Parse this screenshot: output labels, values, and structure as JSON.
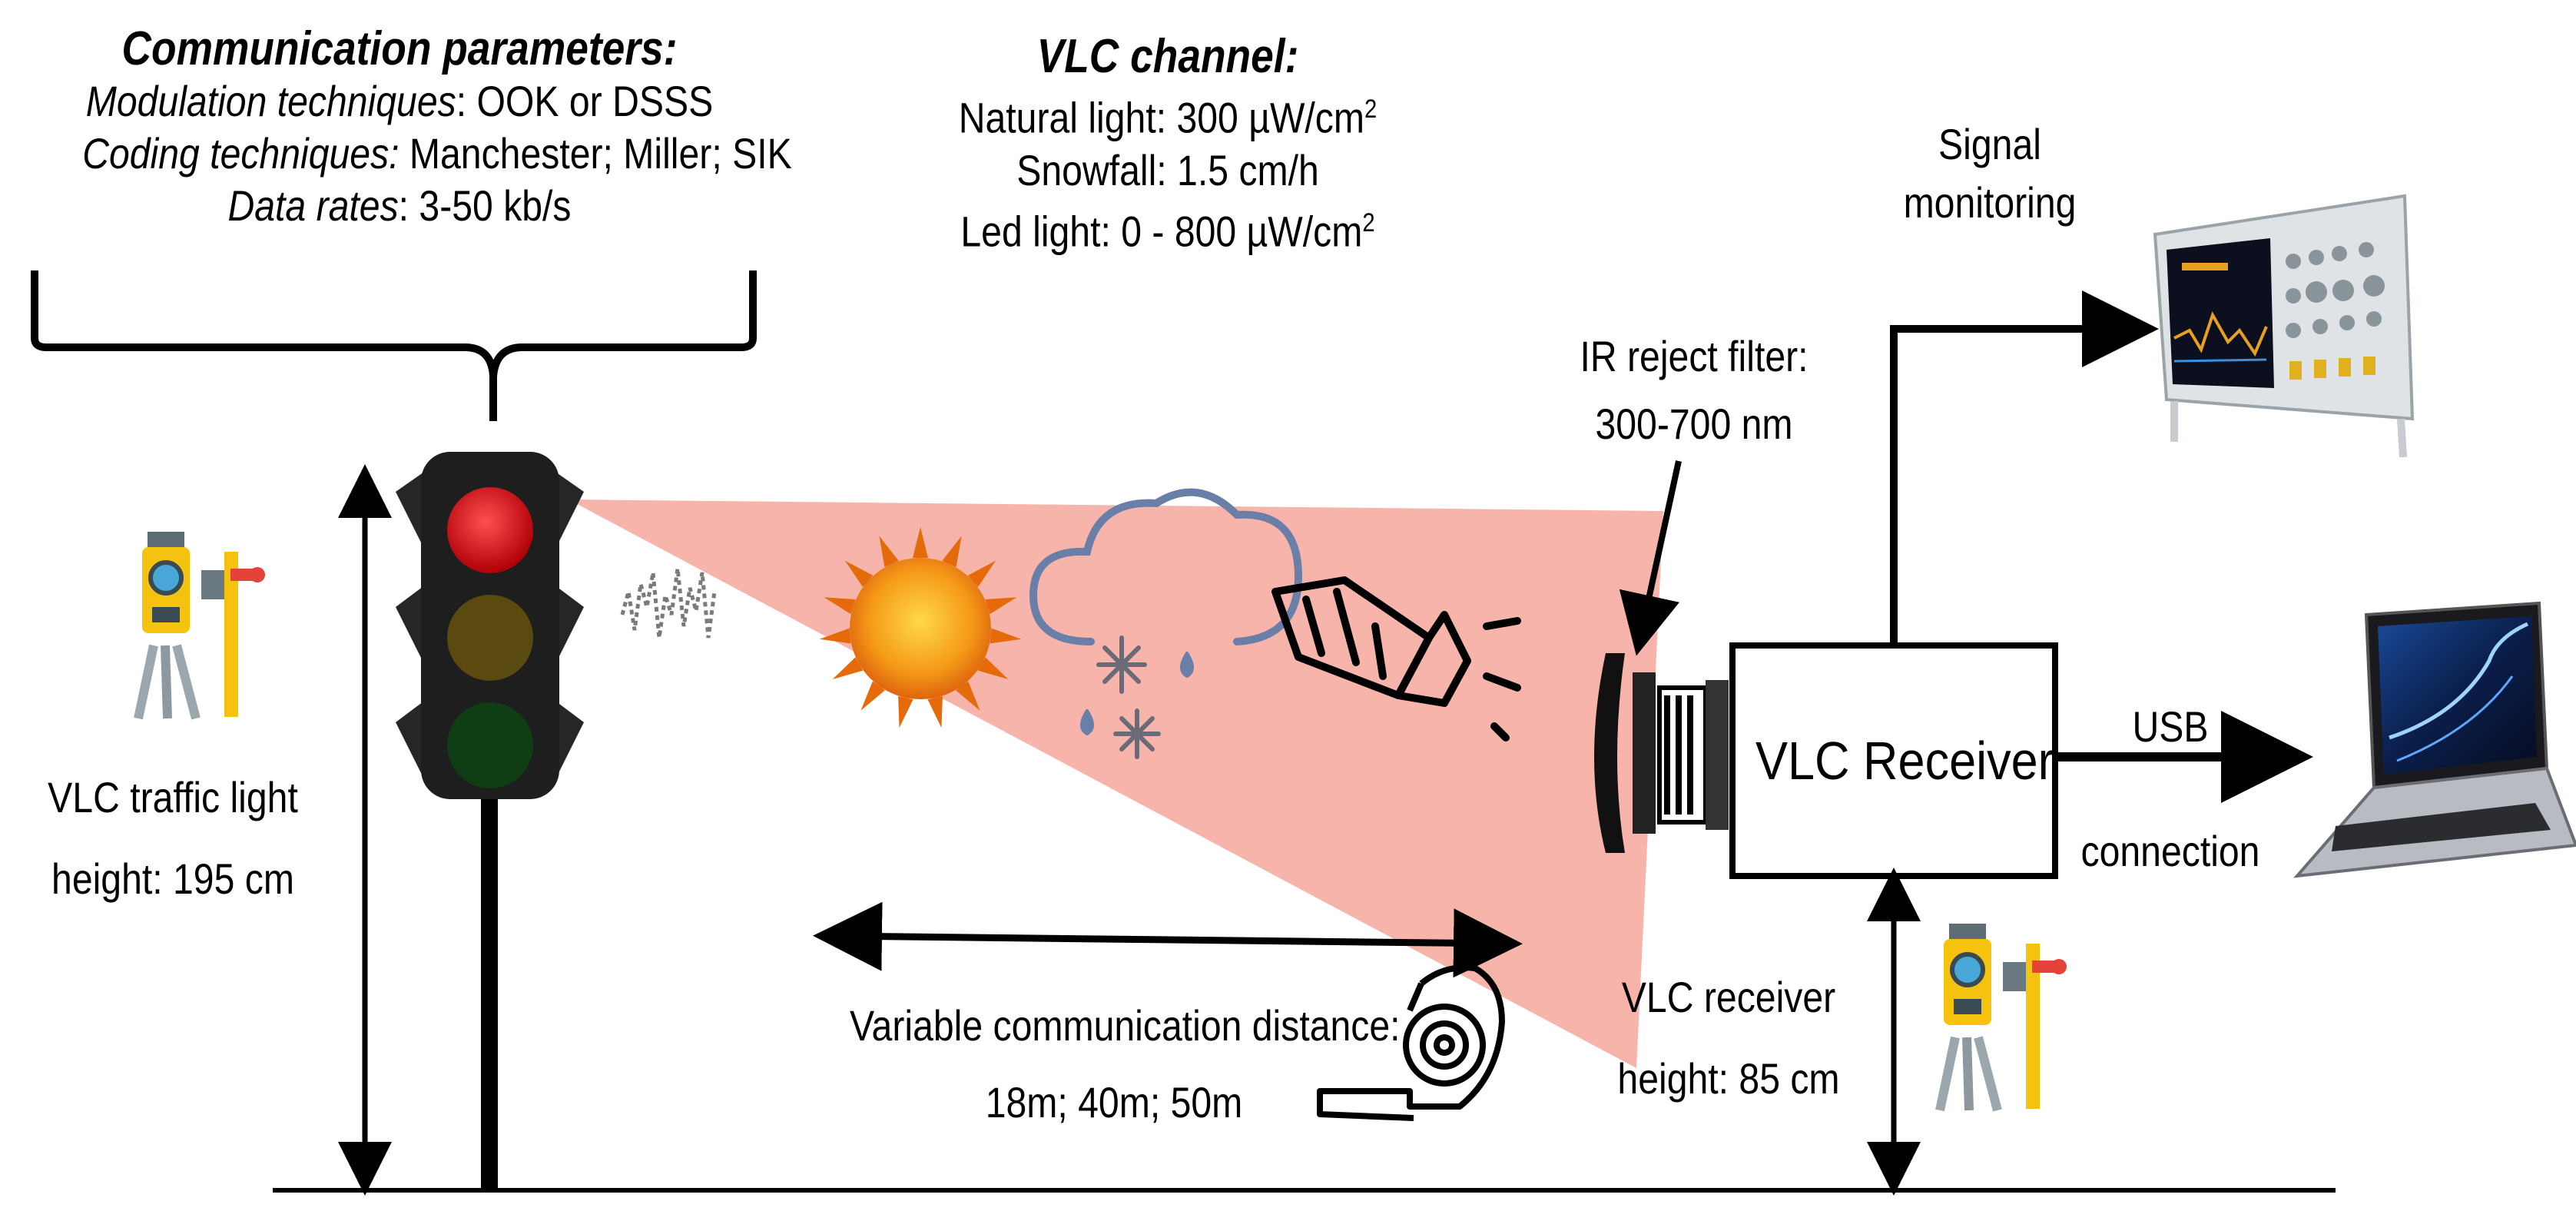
{
  "comm_params": {
    "title": "Communication parameters:",
    "modulation_label": "Modulation techniques",
    "modulation_value": ": OOK or DSSS",
    "coding_label": "Coding techniques:",
    "coding_value": " Manchester; Miller; SIK",
    "rates_label": "Data rates",
    "rates_value": ":  3-50 kb/s"
  },
  "vlc_channel": {
    "title": "VLC channel:",
    "natural_light": "Natural light: 300 µW/cm",
    "natural_light_sup": "2",
    "snowfall": "Snowfall: 1.5 cm/h",
    "led_light": "Led light: 0 - 800 µW/cm",
    "led_light_sup": "2"
  },
  "signal_monitoring": {
    "line1": "Signal",
    "line2": "monitoring"
  },
  "ir_filter": {
    "line1": "IR reject filter:",
    "line2": "300-700 nm"
  },
  "receiver": {
    "label": "VLC Receiver"
  },
  "usb": {
    "line1": "USB",
    "line2": "connection"
  },
  "traffic_light_height": {
    "line1": "VLC traffic light",
    "line2": "height: 195 cm"
  },
  "receiver_height": {
    "line1": "VLC receiver",
    "line2": "height: 85 cm"
  },
  "distance": {
    "line1": "Variable communication distance:",
    "line2": "18m; 40m; 50m"
  },
  "colors": {
    "beam": "#f7b4ab",
    "red_light": "#e3101a",
    "amber_light": "#5a4a10",
    "green_light": "#0f3d14",
    "sun": "#f07f12",
    "cloud": "#6a7fa8",
    "total_station": "#f5c20f"
  }
}
